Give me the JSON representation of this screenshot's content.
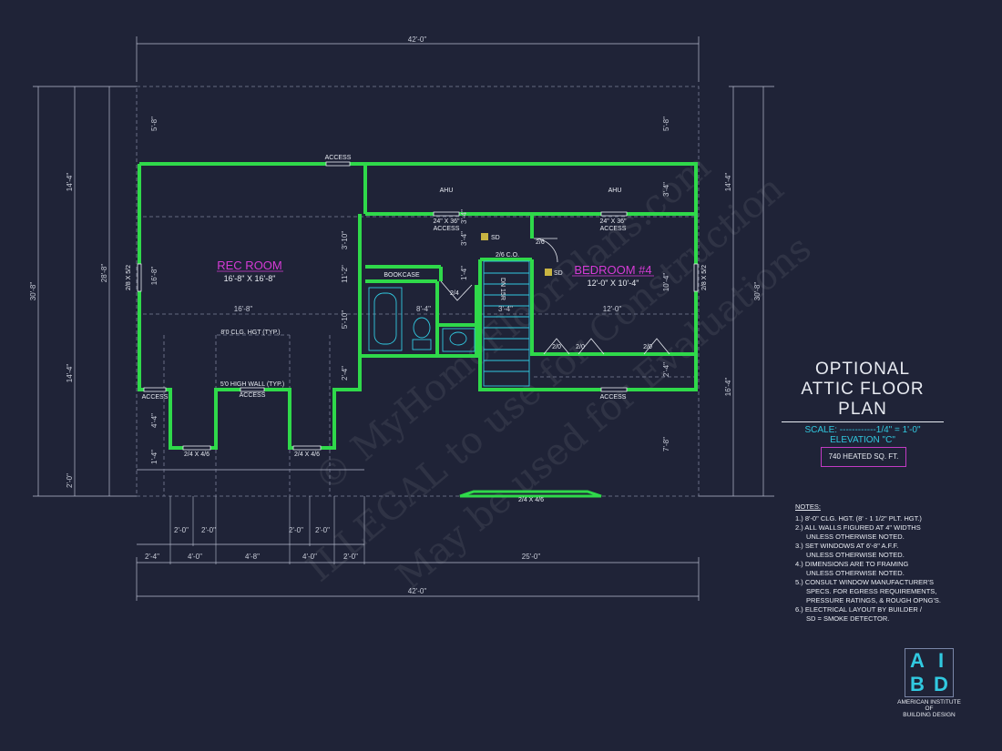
{
  "overall_dims": {
    "top": "42'-0\"",
    "bottom": "42'-0\"",
    "left_outer": "30'-8\"",
    "right_outer": "30'-8\""
  },
  "left_dims": [
    "14'-4\"",
    "28'-8\"",
    "14'-4\"",
    "2'-0\""
  ],
  "right_dims": [
    "14'-4\"",
    "16'-4\""
  ],
  "inner_dims": [
    "5'-8\"",
    "5'-8\"",
    "3'-4\"",
    "3'-10\"",
    "11'-2\"",
    "16'-8\"",
    "5'-10\"",
    "2'-4\"",
    "4'-4\"",
    "1'-4\"",
    "7'-8\"",
    "16'-8\"",
    "12'-0\"",
    "3'-4\"",
    "10'-4\"",
    "2'-4\"",
    "8'-4\"",
    "1'-4\"",
    "3'-4\"",
    "3'-4\""
  ],
  "bottom_dims_row1": [
    "2'-0\"",
    "2'-0\"",
    "2'-0\"",
    "2'-0\""
  ],
  "bottom_dims_row2": [
    "2'-4\"",
    "4'-0\"",
    "4'-8\"",
    "4'-0\"",
    "2'-0\"",
    "25'-0\""
  ],
  "rooms": {
    "rec_room": {
      "name": "REC ROOM",
      "size": "16'-8\" X 16'-8\""
    },
    "bedroom": {
      "name": "BEDROOM #4",
      "size": "12'-0\" X 10'-4\""
    }
  },
  "labels": {
    "access": "ACCESS",
    "ahu": "AHU",
    "access_24x36": "24\" X 36\"",
    "bookcase": "BOOKCASE",
    "clg_hgt": "8'0 CLG. HGT (TYP.)",
    "high_wall": "5'0 HIGH WALL (TYP.)",
    "sd": "SD",
    "door_26": "2/6",
    "door_24": "2/4",
    "door_26co": "2/6 C.O.",
    "dn": "DN 15R",
    "closet_20": "2/0",
    "win_24x46": "2/4 X 4/6",
    "win_28x52": "2/8 X 5/2"
  },
  "title": {
    "line1": "OPTIONAL",
    "line2": "ATTIC FLOOR PLAN",
    "scale": "SCALE: ------------1/4\" = 1'-0\"",
    "elevation": "ELEVATION \"C\""
  },
  "sqft": "740 HEATED SQ. FT.",
  "notes": {
    "title": "NOTES:",
    "lines": [
      "1.) 8'-0\" CLG. HGT. (8' - 1 1/2\" PLT. HGT.)",
      "2.) ALL WALLS FIGURED AT 4\" WIDTHS",
      "UNLESS OTHERWISE NOTED.",
      "3.) SET WINDOWS AT 6'-8\" A.F.F.",
      "UNLESS OTHERWISE NOTED.",
      "4.) DIMENSIONS ARE TO FRAMING",
      "UNLESS OTHERWISE NOTED.",
      "5.) CONSULT WINDOW MANUFACTURER'S",
      "SPECS. FOR EGRESS REQUIREMENTS,",
      "PRESSURE RATINGS, & ROUGH OPNG'S.",
      "6.) ELECTRICAL LAYOUT BY BUILDER /",
      "SD = SMOKE DETECTOR."
    ]
  },
  "logo": {
    "letters": [
      "A",
      "I",
      "B",
      "D"
    ],
    "name_lines": [
      "AMERICAN INSTITUTE",
      "OF",
      "BUILDING DESIGN"
    ]
  },
  "watermark": {
    "line1": "© MyHomeFloorPlans.com",
    "line2": "ILLEGAL to use for Construction",
    "line3": "May be used for Evaluations"
  },
  "colors": {
    "background": "#1f2337",
    "wall": "#2fd94a",
    "accent_cyan": "#31c9e0",
    "room_label": "#d63bd6"
  }
}
